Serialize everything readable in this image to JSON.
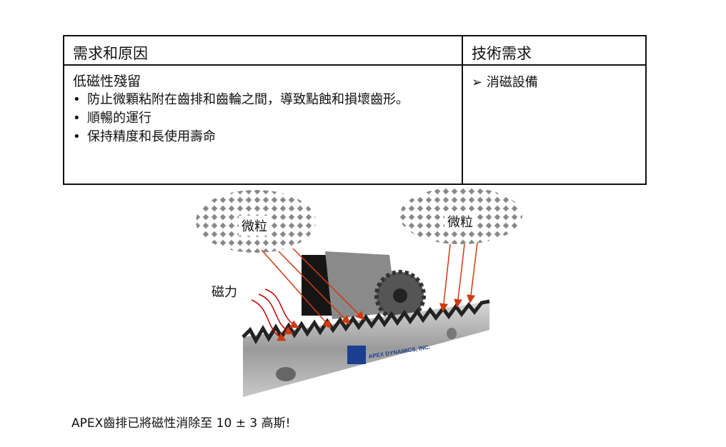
{
  "table": {
    "header_left": "需求和原因",
    "header_right": "技術需求",
    "title": "低磁性殘留",
    "bullets": [
      "防止微顆粘附在齒排和齒輪之間，導致點蝕和損壞齒形。",
      "順暢的運行",
      "保持精度和長使用壽命"
    ],
    "requirement": "➢ 消磁設備"
  },
  "illustration": {
    "particles_left": "微粒",
    "particles_right": "微粒",
    "magnetic_force": "磁力",
    "brand": "APEX DYNAMICS, INC.",
    "arrow_color": "#d03a10"
  },
  "footer": "APEX齒排已將磁性消除至 10 ± 3 高斯!"
}
